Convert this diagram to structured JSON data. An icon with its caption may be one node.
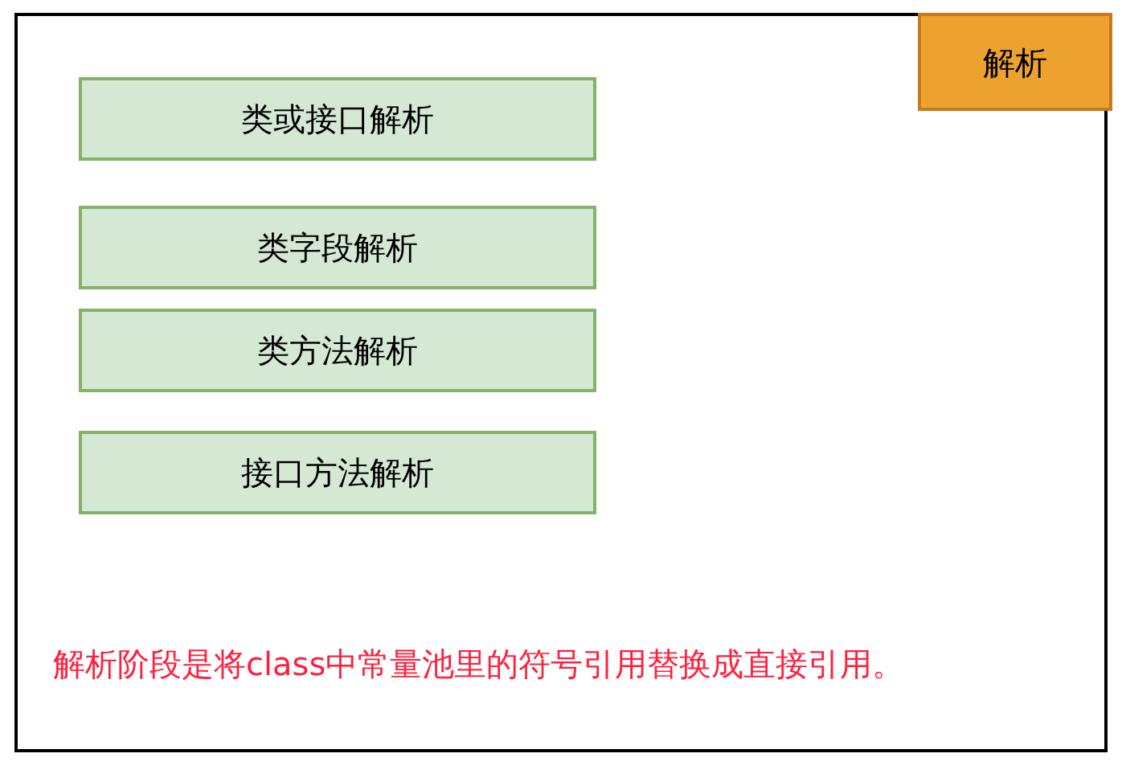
{
  "diagram": {
    "nodes": [
      {
        "text": [],
        "shape": "box"
      },
      {
        "text": [
          "解析"
        ],
        "in": 0
      },
      {
        "text": [
          "类或接口解析"
        ],
        "in": 0
      },
      {
        "text": [
          "类字段解析"
        ],
        "in": 0
      },
      {
        "text": [
          "类方法解析"
        ],
        "in": 0
      },
      {
        "text": [
          "接口方法解析"
        ],
        "in": 0
      }
    ],
    "labels": [
      "解析阶段是将class中常量池里的符号引用替换成直接引用。"
    ]
  }
}
